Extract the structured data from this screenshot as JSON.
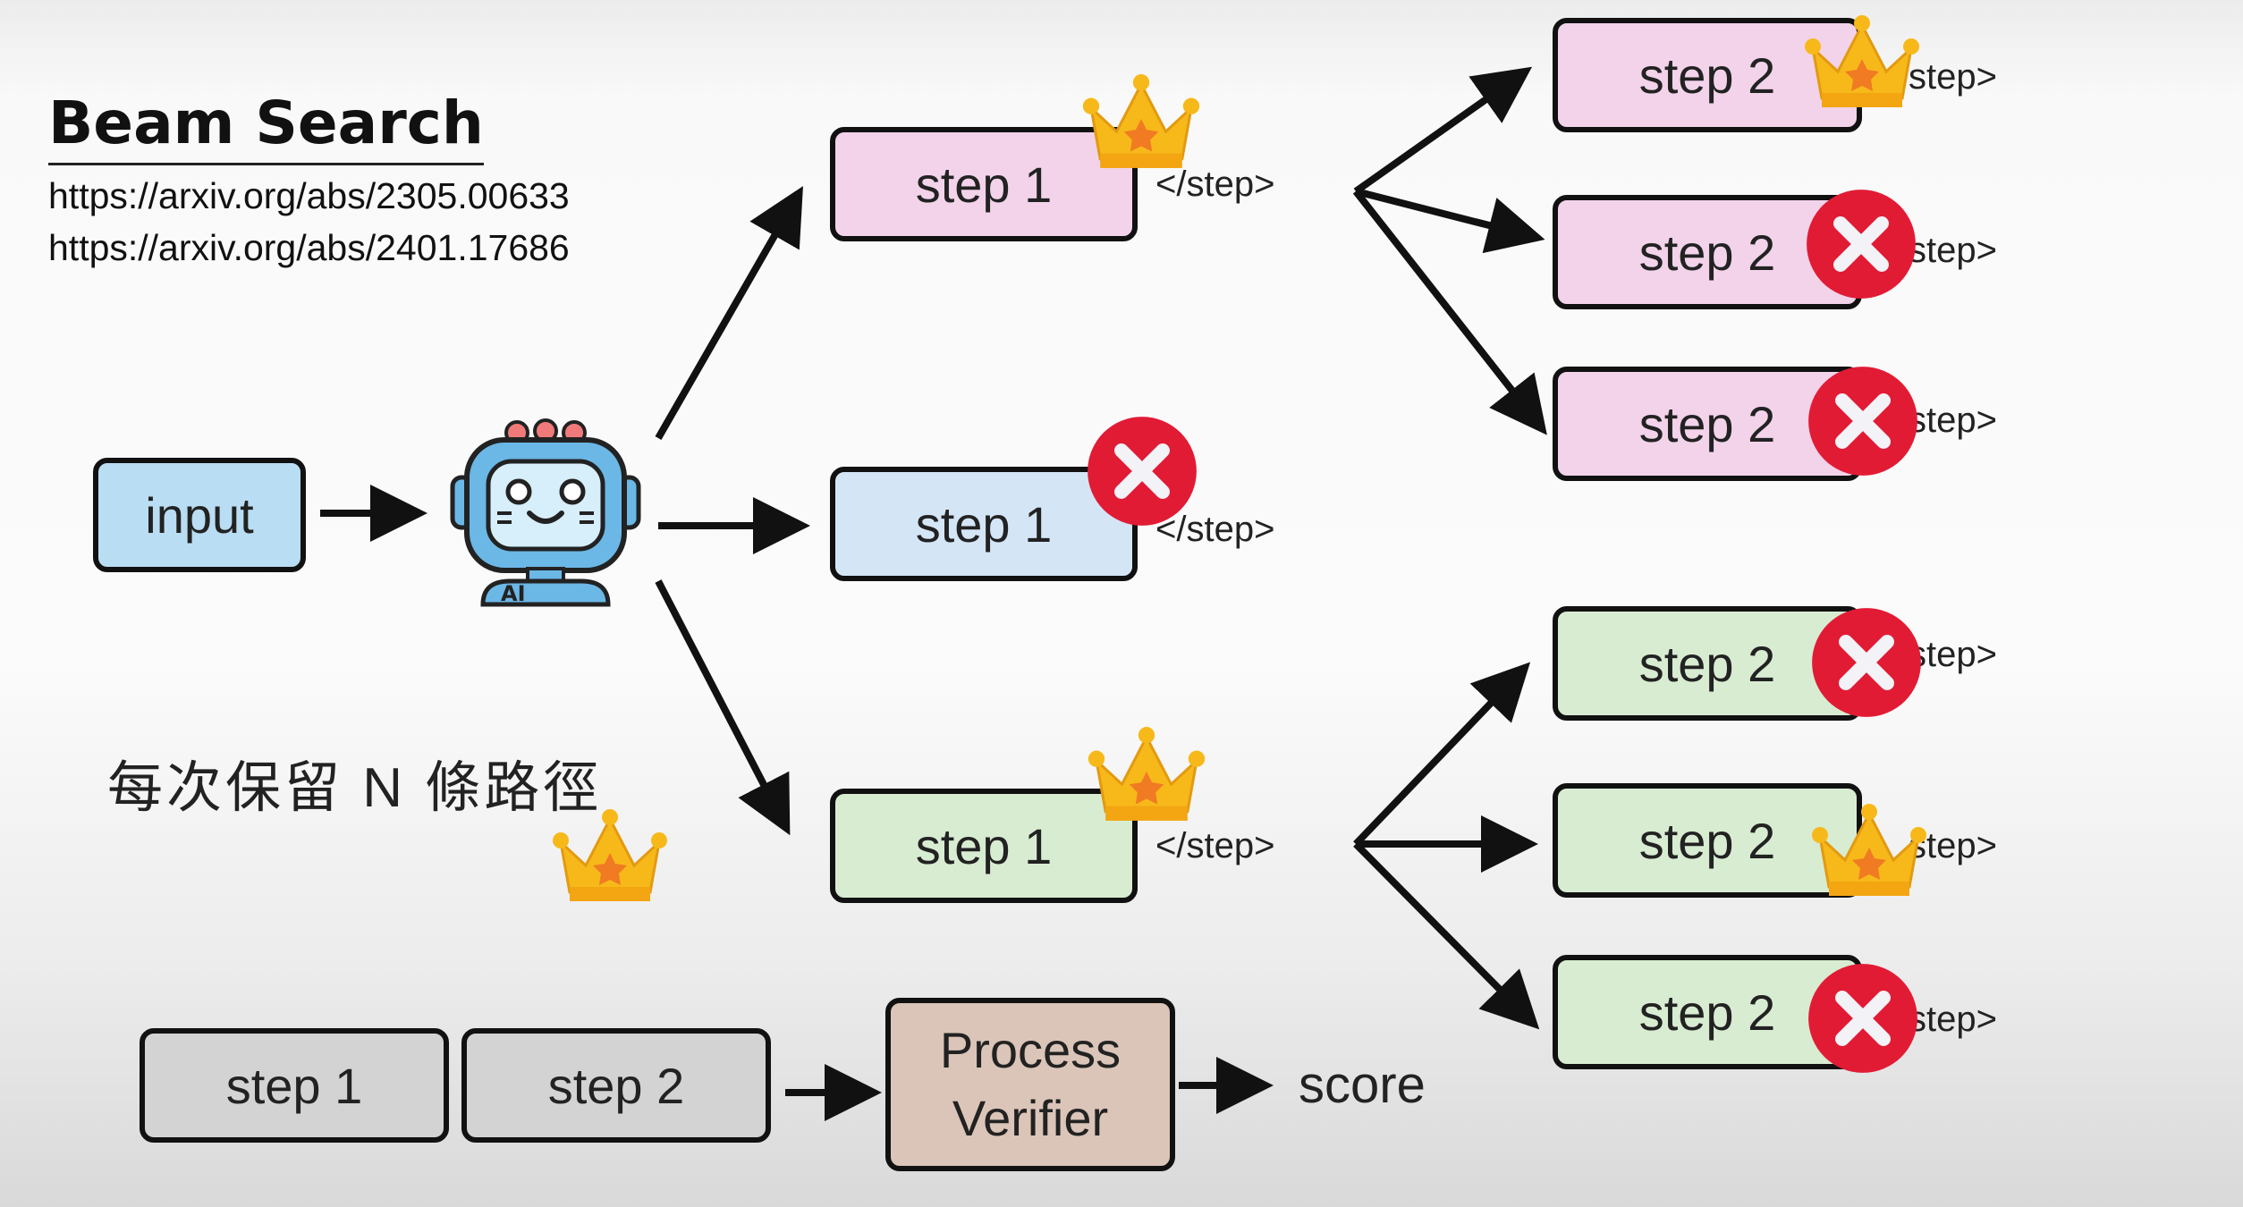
{
  "header": {
    "title": "Beam Search",
    "links": [
      "https://arxiv.org/abs/2305.00633",
      "https://arxiv.org/abs/2401.17686"
    ]
  },
  "input_label": "input",
  "level1": {
    "top": {
      "label": "step 1",
      "end_tag": "</step>",
      "mark": "crown"
    },
    "middle": {
      "label": "step 1",
      "end_tag": "</step>",
      "mark": "cross"
    },
    "bottom": {
      "label": "step 1",
      "end_tag": "</step>",
      "mark": "crown"
    }
  },
  "level2_top": [
    {
      "label": "step 2",
      "end_tag": "step>",
      "mark": "crown"
    },
    {
      "label": "step 2",
      "end_tag": "step>",
      "mark": "cross"
    },
    {
      "label": "step 2",
      "end_tag": "step>",
      "mark": "cross"
    }
  ],
  "level2_bottom": [
    {
      "label": "step 2",
      "end_tag": "step>",
      "mark": "cross"
    },
    {
      "label": "step 2",
      "end_tag": "step>",
      "mark": "crown"
    },
    {
      "label": "step 2",
      "end_tag": "step>",
      "mark": "cross"
    }
  ],
  "note": "每次保留 N 條路徑",
  "bottom_row": {
    "step_a": "step 1",
    "step_b": "step 2",
    "verifier_line1": "Process",
    "verifier_line2": "Verifier",
    "result": "score"
  },
  "colors": {
    "pink": "#f2d3ea",
    "blue": "#d4e6f6",
    "green": "#d8ecd2",
    "gray": "#d3d3d3",
    "verifier": "#dbc5b8",
    "input": "#b9ddf3",
    "crown": "#f7b91a",
    "cross": "#e21b35"
  }
}
